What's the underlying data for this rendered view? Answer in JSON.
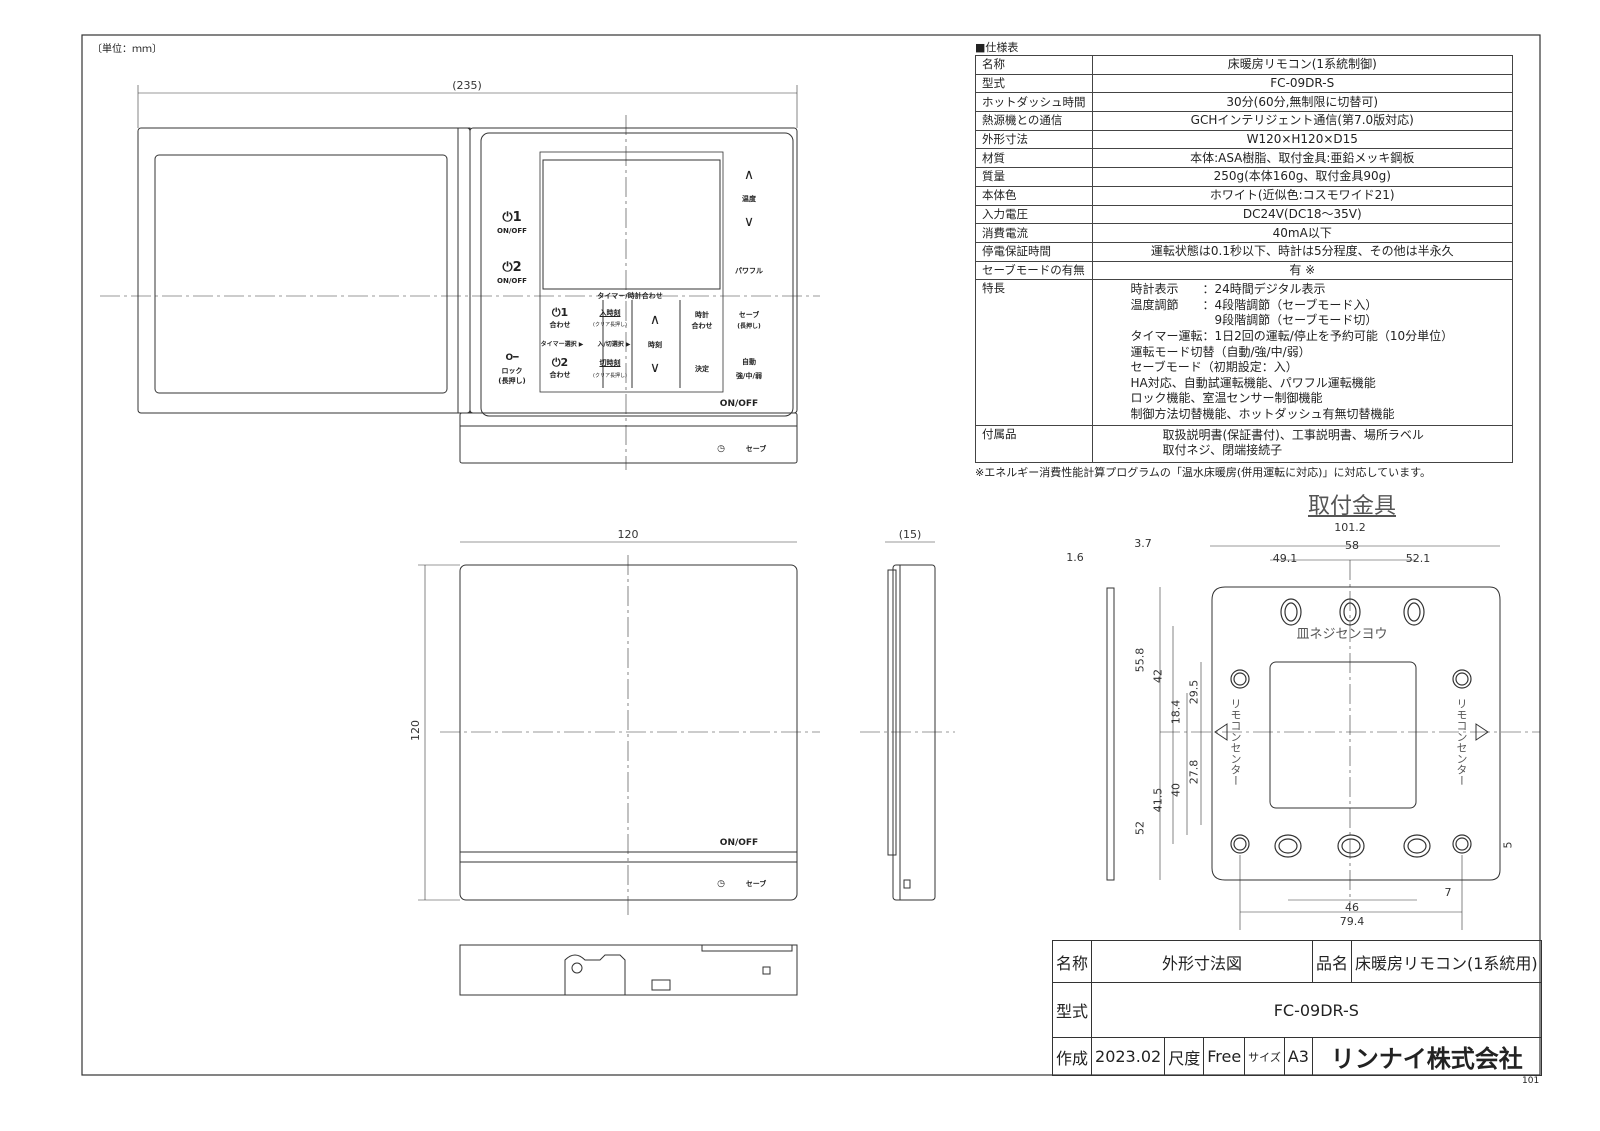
{
  "unit_label": "〔単位：ｍｍ〕",
  "sheet_number": "101",
  "dimensions": {
    "top_width": "(235)",
    "front_width": "120",
    "front_height": "120",
    "side_depth": "(15)"
  },
  "controller": {
    "on_off_1": "1",
    "on_off_1_sub": "ON/OFF",
    "on_off_2": "2",
    "on_off_2_sub": "ON/OFF",
    "lock": "ロック",
    "lock_sub": "(長押し)",
    "temp_up": "∧",
    "temp_label": "温度",
    "temp_down": "∨",
    "powerful": "パワフル",
    "save": "セーブ",
    "save_sub": "(長押し)",
    "auto": "自動",
    "auto_sub": "強/中/弱",
    "timer_header": "タイマー/時計合わせ",
    "timer1": "1",
    "timer1_sub": "合わせ",
    "timer2": "2",
    "timer2_sub": "合わせ",
    "on_time": "入時刻",
    "on_time_sub": "(クリア長押し)",
    "off_time": "切時刻",
    "off_time_sub": "(クリア長押し)",
    "timer_select": "タイマー選択 ▶",
    "onoff_select": "入/切選択 ▶",
    "time_up": "∧",
    "time_label": "時刻",
    "time_down": "∨",
    "clock": "時計",
    "clock_sub": "合わせ",
    "decide": "決定",
    "main_on_off": "ON/OFF",
    "indicator_save": "セーブ"
  },
  "spec_table": {
    "title": "■仕様表",
    "rows": [
      {
        "k": "名称",
        "v": "床暖房リモコン(1系統制御)"
      },
      {
        "k": "型式",
        "v": "FC-09DR-S"
      },
      {
        "k": "ホットダッシュ時間",
        "v": "30分(60分,無制限に切替可)"
      },
      {
        "k": "熱源機との通信",
        "v": "GCHインテリジェント通信(第7.0版対応)"
      },
      {
        "k": "外形寸法",
        "v": "W120×H120×D15"
      },
      {
        "k": "材質",
        "v": "本体:ASA樹脂、取付金具:亜鉛メッキ鋼板"
      },
      {
        "k": "質量",
        "v": "250g(本体160g、取付金具90g)"
      },
      {
        "k": "本体色",
        "v": "ホワイト(近似色:コスモワイド21)"
      },
      {
        "k": "入力電圧",
        "v": "DC24V(DC18～35V)"
      },
      {
        "k": "消費電流",
        "v": "40mA以下"
      },
      {
        "k": "停電保証時間",
        "v": "運転状態は0.1秒以下、時計は5分程度、その他は半永久"
      },
      {
        "k": "セーブモードの有無",
        "v": "有 ※"
      }
    ],
    "features_label": "特長",
    "features": [
      "時計表示　　：24時間デジタル表示",
      "温度調節　　：4段階調節（セーブモード入）",
      "　　　　　　　9段階調節（セーブモード切）",
      "タイマー運転：1日2回の運転/停止を予約可能（10分単位）",
      "運転モード切替（自動/強/中/弱）",
      "セーブモード（初期設定：入）",
      "HA対応、自動試運転機能、パワフル運転機能",
      "ロック機能、室温センサー制御機能",
      "制御方法切替機能、ホットダッシュ有無切替機能"
    ],
    "accessories_label": "付属品",
    "accessories": [
      "取扱説明書(保証書付)、工事説明書、場所ラベル",
      "取付ネジ、閉端接続子"
    ],
    "note": "※エネルギー消費性能計算プログラムの「温水床暖房(併用運転に対応)」に対応しています。"
  },
  "bracket": {
    "title": "取付金具",
    "screw_label": "皿ネジセンヨウ",
    "center_label": "リモコンセンター",
    "dims": [
      "101.2",
      "58",
      "49.1",
      "52.1",
      "1.6",
      "3.7",
      "55.8",
      "42",
      "18.4",
      "29.5",
      "27.8",
      "41.5",
      "40",
      "52",
      "46",
      "79.4",
      "7",
      "5"
    ]
  },
  "title_block": {
    "name_label": "名称",
    "name": "外形寸法図",
    "product_label": "品名",
    "product": "床暖房リモコン(1系統用)",
    "model_label": "型式",
    "model": "FC-09DR-S",
    "created_label": "作成",
    "created": "2023.02",
    "scale_label": "尺度",
    "scale": "Free",
    "size_label": "サイズ",
    "size": "A3",
    "company": "リンナイ株式会社"
  }
}
